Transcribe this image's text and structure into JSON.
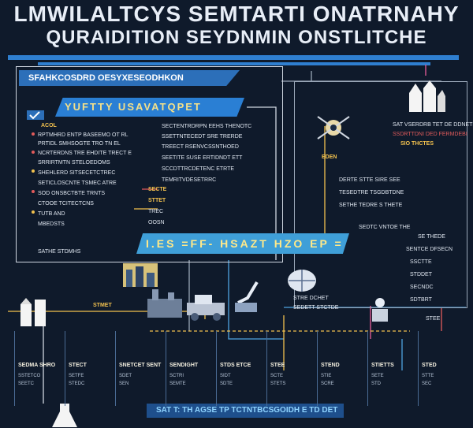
{
  "title": {
    "line1": "LMWILALTCYS SEMTARTI ONATRNAHY",
    "line2": "QURAIDITION SEYDNMIN ONSTLITCHE"
  },
  "ribbons": {
    "r1": "SFAHKCOSDRD OESYXESEODHKON",
    "r2": "YUFTTY USAVATQPET",
    "r3": "I.ES   =FF- HSAZT HZO EP =",
    "r4": "SAT T: TH AGSE   TP TCTNTBCSGOIDH E TD DET"
  },
  "left_items": [
    "ACOL",
    "RPTMHRD ENTP BASEEMO OT RL",
    "PRTIDL SMHSOGTE TRO TN EL",
    "NCRTERDNS TRE EHDITE TRECT E",
    "SRRIRTMTN STELOEDOMS",
    "SHEHLERD SITSECETCTREC",
    "SETICLOSCNTE TSMEC ATRE",
    "SOD ONSBCTBTE TRNTS",
    "CTOOE TCITECTCNS",
    "TUTB AND",
    "MBEDSTS",
    "SATHE STDMHS"
  ],
  "mid_items": [
    "SECTENTRDRPN EEHS THENOTC",
    "SSETTNTECEDT SRE TRERDE",
    "TREECT RSENVCSSNTHOED",
    "SEETITE SUSE ERTIDNDT ETT",
    "SCCDTTRCDETENC ETRTE",
    "TEMRITVDESETRRC"
  ],
  "mid_tags": [
    "SECTE",
    "STTET",
    "TREC",
    "OOSN"
  ],
  "right_items": [
    "SAT VSERDRB TET DE DDNETE",
    "SSDRTTDNI DED FERMDEBI",
    "SIO THCTES",
    "DERTE  STTE SIRE SEE",
    "TESEDTRE TSGDBTDNE",
    "SETHE TEDRE S THETE",
    "SEDTC VNTOE THE",
    "SE THEDE",
    "SENTCE DFSECN",
    "SSCTTE",
    "STDDET",
    "SECNDC",
    "SDTBRT",
    "STEE"
  ],
  "right_tags": [
    "EDEN",
    "STRE DCHET",
    "SEDETT STCTDE",
    "STMET"
  ],
  "columns": [
    {
      "head": "SEDMA SHRO",
      "l1": "SSTETCO",
      "l2": "SEETC"
    },
    {
      "head": "STECT",
      "l1": "SETFE",
      "l2": "STEDC"
    },
    {
      "head": "SNETCET SENT",
      "l1": "SDET",
      "l2": "SEN"
    },
    {
      "head": "SENDIGHT",
      "l1": "SCTRI",
      "l2": "SEMTE"
    },
    {
      "head": "STDS ETCE",
      "l1": "SIDT",
      "l2": "SDTE"
    },
    {
      "head": "STEE",
      "l1": "SCTE",
      "l2": "STETS"
    },
    {
      "head": "STEND",
      "l1": "STIE",
      "l2": "SCRE"
    },
    {
      "head": "STIETTS",
      "l1": "SETE",
      "l2": "STD"
    },
    {
      "head": "STED",
      "l1": "STTE",
      "l2": "SEC"
    }
  ],
  "colors": {
    "background": "#0f1a2b",
    "accent_blue": "#2f7fd0",
    "accent_yellow": "#f2c14e",
    "accent_red": "#e25b5b",
    "line_gray": "#cfd6e0"
  }
}
